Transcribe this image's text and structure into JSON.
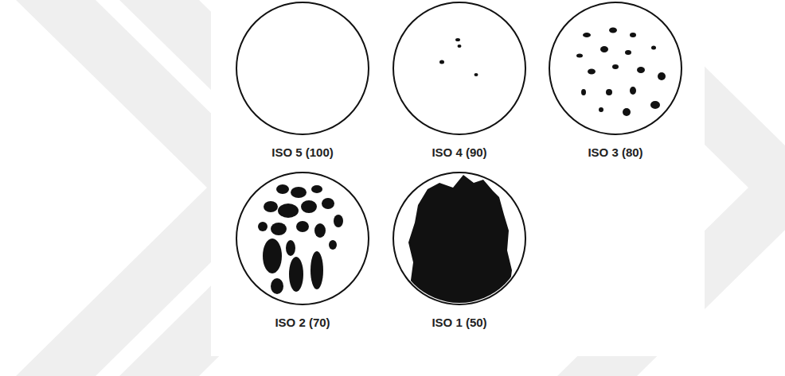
{
  "diagram": {
    "nodes": [
      {
        "text": [
          "ISO 5 (100)"
        ]
      },
      {
        "text": [
          "ISO 4 (90)"
        ]
      },
      {
        "text": [
          "ISO 3 (80)"
        ]
      },
      {
        "text": [
          "ISO 2 (70)"
        ]
      },
      {
        "text": [
          "ISO 1 (50)"
        ]
      }
    ]
  }
}
